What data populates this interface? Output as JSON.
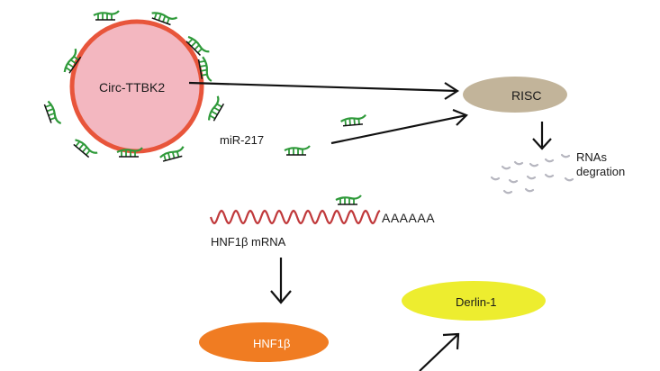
{
  "circ_label": "Circ-TTBK2",
  "mir_label": "miR-217",
  "risc_label": "RISC",
  "rna_degradation_label": "RNAs\ndegration",
  "polya_tail": "AAAAAA",
  "mrna_label": "HNF1β mRNA",
  "protein_label": "HNF1β",
  "derlin_label": "Derlin-1",
  "colors": {
    "circ_fill": "#f3b7c0",
    "circ_outline": "#e8553b",
    "mirna_green": "#2f9a3a",
    "risc_fill": "#c2b49a",
    "mrna_wave": "#c0393b",
    "derlin_fill": "#eded2f",
    "hnf_fill": "#f07c22",
    "fragment": "#b6b6bf"
  }
}
